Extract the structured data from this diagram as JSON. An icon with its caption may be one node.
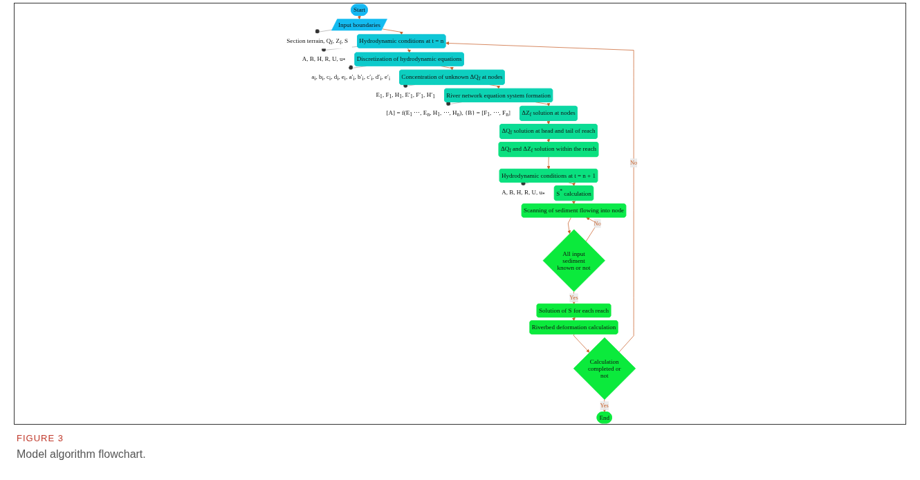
{
  "diagram": {
    "caption": "Model algorithm flowchart.",
    "nodes": [
      {
        "text": [
          "Start"
        ]
      },
      {
        "text": [
          "Input boundaries"
        ]
      },
      {
        "text": [
          "Section terrain, Q$_{f}$, Z$_{f}$, S"
        ]
      },
      {
        "text": [
          "Hydrodynamic conditions at t = n"
        ]
      },
      {
        "text": [
          "A, B, H, R, U, u$_{*}$"
        ]
      },
      {
        "text": [
          "Discretization of hydrodynamic equations"
        ]
      },
      {
        "text": [
          "a$_{i}$, b$_{i}$, c$_{i}$, d$_{i}$, e$_{i}$, a′$_{i}$, b′$_{i}$, c′$_{i}$, d′$_{i}$, e′$_{i}$"
        ]
      },
      {
        "text": [
          "Concentration of unknown ΔQ$_{f}$ at nodes"
        ]
      },
      {
        "text": [
          "E$_{1}$, F$_{1}$, H$_{1}$, E′$_{1}$, F′$_{1}$,  H′$_{1}$"
        ]
      },
      {
        "text": [
          "River network equation system formation"
        ]
      },
      {
        "text": [
          "[A] = f(E$_{1}$ ⋯, E$_{n}$, H$_{1}$, ⋯, H$_{n}$), {B} = [F$_{1}$, ⋯, F$_{n}$]"
        ]
      },
      {
        "text": [
          "ΔZ$_{f}$ solution at nodes"
        ]
      },
      {
        "text": [
          "ΔQ$_{f}$ solution at head and tail of reach"
        ]
      },
      {
        "text": [
          "ΔQ$_{f}$ and ΔZ$_{f}$ solution within the reach"
        ]
      },
      {
        "text": [
          "Hydrodynamic conditions at t = n + 1"
        ]
      },
      {
        "text": [
          "A, B, H, R, U, u$_{*}$"
        ]
      },
      {
        "text": [
          "S$^{*}$ calculation"
        ]
      },
      {
        "text": [
          "Scanning of sediment flowing into node"
        ]
      },
      {
        "text": [
          "All input sediment known or not"
        ]
      },
      {
        "text": [
          "Solution of S for each reach"
        ]
      },
      {
        "text": [
          "Riverbed deformation calculation"
        ]
      },
      {
        "text": [
          "Calculation completed or not"
        ]
      },
      {
        "text": [
          "End"
        ]
      }
    ],
    "edges": [
      {
        "from": 0,
        "to": 1,
        "arrow": "to"
      },
      {
        "from": 1,
        "to": 2,
        "arrow": "other",
        "color": "#aaaaaa"
      },
      {
        "from": 1,
        "to": 3,
        "arrow": "to"
      },
      {
        "from": 3,
        "to": 4,
        "arrow": "other",
        "color": "#aaaaaa"
      },
      {
        "from": 3,
        "to": 5,
        "arrow": "to"
      },
      {
        "from": 5,
        "to": 6,
        "arrow": "other",
        "color": "#aaaaaa"
      },
      {
        "from": 5,
        "to": 7,
        "arrow": "to"
      },
      {
        "from": 7,
        "to": 8,
        "arrow": "other",
        "color": "#aaaaaa"
      },
      {
        "from": 7,
        "to": 9,
        "arrow": "to"
      },
      {
        "from": 9,
        "to": 10,
        "arrow": "other",
        "color": "#aaaaaa"
      },
      {
        "from": 9,
        "to": 11,
        "arrow": "to"
      },
      {
        "from": 11,
        "to": 12,
        "arrow": "to"
      },
      {
        "from": 12,
        "to": 13,
        "arrow": "to"
      },
      {
        "from": 13,
        "to": 14,
        "arrow": "to"
      },
      {
        "from": 14,
        "to": 15,
        "arrow": "other",
        "color": "#aaaaaa"
      },
      {
        "from": 14,
        "to": 16,
        "arrow": "to"
      },
      {
        "from": 16,
        "to": 17,
        "arrow": "to"
      },
      {
        "from": 18,
        "to": 17,
        "arrow": "to",
        "label": "No"
      },
      {
        "from": 17,
        "to": 18,
        "arrow": "to"
      },
      {
        "from": 18,
        "to": 19,
        "arrow": "to",
        "label": "Yes"
      },
      {
        "from": 19,
        "to": 20,
        "arrow": "to"
      },
      {
        "from": 20,
        "to": 21,
        "arrow": "to"
      },
      {
        "from": 21,
        "to": 3,
        "arrow": "to",
        "label": "No"
      },
      {
        "from": 21,
        "to": 22,
        "arrow": "to",
        "label": "Yes"
      }
    ],
    "labels": [
      "FIGURE 3"
    ]
  }
}
